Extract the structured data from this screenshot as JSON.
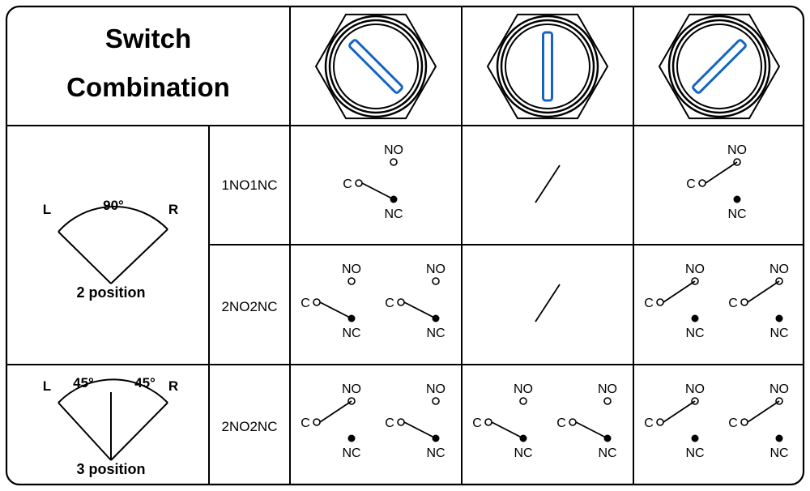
{
  "header": {
    "title_line1": "Switch",
    "title_line2": "Combination",
    "knob_positions": [
      {
        "angle_deg": -45,
        "icon": "knob-left-icon"
      },
      {
        "angle_deg": 0,
        "icon": "knob-center-icon"
      },
      {
        "angle_deg": 45,
        "icon": "knob-right-icon"
      }
    ]
  },
  "colors": {
    "border": "#000000",
    "knob_slot": "#1565C0",
    "text": "#000000"
  },
  "modes": [
    {
      "left_label": "L",
      "right_label": "R",
      "angle_label": "90°",
      "caption": "2 position"
    },
    {
      "left_label": "L",
      "right_label": "R",
      "angle_label_left": "45°",
      "angle_label_right": "45°",
      "caption": "3 position"
    }
  ],
  "terminals": {
    "no": "NO",
    "c": "C",
    "nc": "NC"
  },
  "rows": [
    {
      "contact_type": "1NO1NC",
      "cells": [
        [
          "nc"
        ],
        "none",
        [
          "no"
        ]
      ]
    },
    {
      "contact_type": "2NO2NC",
      "cells": [
        [
          "nc",
          "nc"
        ],
        "none",
        [
          "no",
          "no"
        ]
      ]
    },
    {
      "contact_type": "2NO2NC",
      "cells": [
        [
          "no",
          "nc"
        ],
        [
          "nc",
          "nc"
        ],
        [
          "no",
          "no"
        ]
      ]
    }
  ]
}
